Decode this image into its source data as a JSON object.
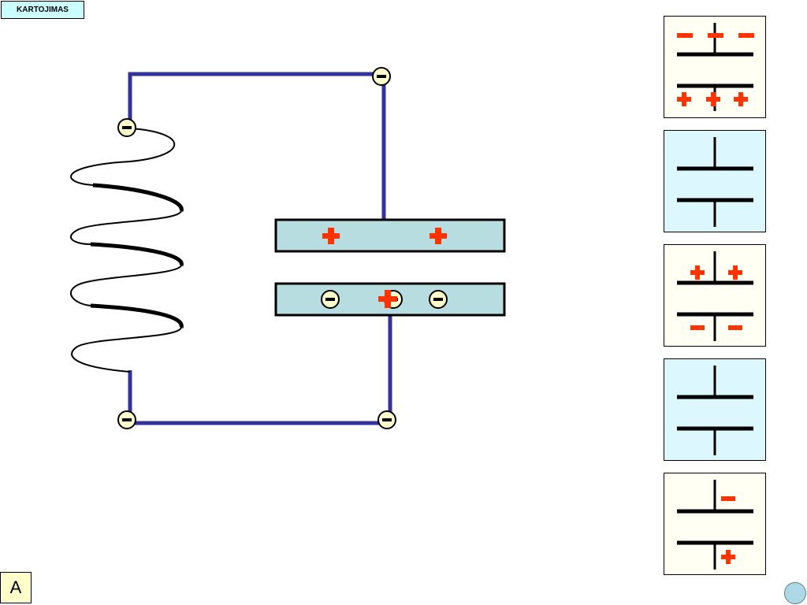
{
  "header": {
    "label": "KARTOJIMAS"
  },
  "footer": {
    "button_label": "A"
  },
  "colors": {
    "wire": "#333399",
    "plate_fill": "#b7dde1",
    "charge_red": "#ff3300",
    "electron_fill": "#ffffcc",
    "panel_cream": "#fffff4",
    "panel_blue": "#ddf7ff",
    "nav_circle": "#add8e6"
  },
  "panels": [
    {
      "name": "panel-top-negative",
      "background": "cream",
      "top_charges": [
        "minus",
        "minus",
        "minus"
      ],
      "bottom_charges": [
        "plus",
        "plus",
        "plus"
      ]
    },
    {
      "name": "panel-neutral",
      "background": "blue",
      "top_charges": [],
      "bottom_charges": []
    },
    {
      "name": "panel-top-positive",
      "background": "cream",
      "top_charges": [
        "plus",
        "plus"
      ],
      "bottom_charges": [
        "minus",
        "minus"
      ]
    },
    {
      "name": "panel-neutral-2",
      "background": "blue",
      "top_charges": [],
      "bottom_charges": []
    },
    {
      "name": "panel-small-charge",
      "background": "cream",
      "top_charges": [
        "minus"
      ],
      "bottom_charges": [
        "plus"
      ]
    }
  ],
  "circuit": {
    "upper_plate_charges": [
      "plus",
      "plus"
    ],
    "lower_plate_charges": [
      "electron",
      "electron-with-plus",
      "electron"
    ],
    "wire_electrons": 4
  }
}
